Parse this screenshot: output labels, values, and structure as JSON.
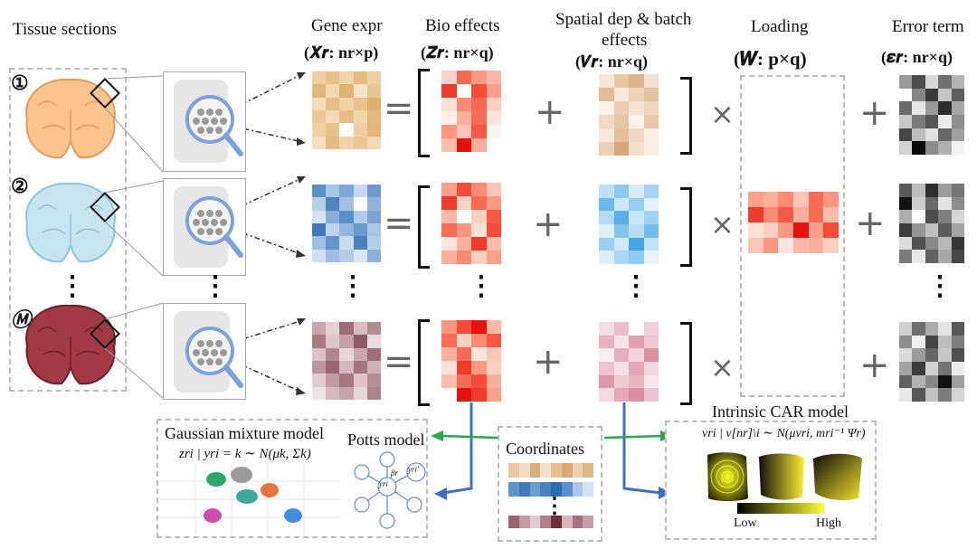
{
  "headers": {
    "tissue": "Tissue sections",
    "gene_title": "Gene expr",
    "gene_dims": "(𝑿𝒓: nr×p)",
    "bio_title": "Bio effects",
    "bio_dims": "(𝒁𝒓: nr×q)",
    "spatial_title_1": "Spatial dep & batch",
    "spatial_title_2": "effects",
    "spatial_dims": "(𝑽𝒓: nr×q)",
    "loading_title": "Loading",
    "loading_dims": "(𝑾: p×q)",
    "error_title": "Error term",
    "error_dims": "(𝜺𝒓: nr×q)"
  },
  "section_numbers": [
    "①",
    "②",
    "Ⓜ"
  ],
  "operators": {
    "equals": "=",
    "plus": "+",
    "times": "×"
  },
  "ellipsis": "⋮",
  "bottom_boxes": {
    "gmm": {
      "title": "Gaussian mixture model",
      "formula": "zri | yri = k ∼ N(μk, Σk)"
    },
    "potts": {
      "title": "Potts model",
      "center_node": "yri",
      "neighbor_node": "yri′",
      "beta": "βr"
    },
    "coords": {
      "title": "Coordinates"
    },
    "car": {
      "title": "Intrinsic CAR model",
      "formula": "vri | v[nr]\\i ∼ N(μvri, mri⁻¹ Ψr)",
      "colorbar_low": "Low",
      "colorbar_high": "High"
    }
  },
  "colors": {
    "orange_brain": "#fbc48e",
    "blue_brain": "#c6e5f0",
    "red_brain": "#a23a46",
    "arrow_green": "#27a84a",
    "arrow_blue": "#3f6fbf",
    "magnifier": "#7ea1dc"
  }
}
